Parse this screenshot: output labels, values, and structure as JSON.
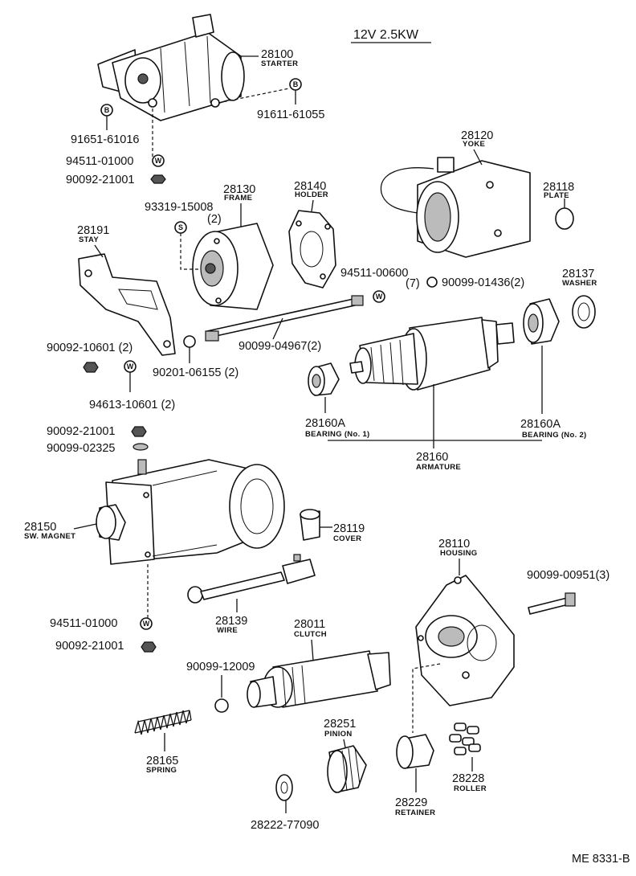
{
  "header": {
    "spec": "12V 2.5KW"
  },
  "footer": {
    "ref": "ME 8331-B"
  },
  "parts": {
    "p28100": {
      "number": "28100",
      "name": "STARTER"
    },
    "p91611": {
      "number": "91611-61055"
    },
    "p91651": {
      "number": "91651-61016"
    },
    "p94511a": {
      "number": "94511-01000"
    },
    "p90092a": {
      "number": "90092-21001"
    },
    "p28120": {
      "number": "28120",
      "name": "YOKE"
    },
    "p28118": {
      "number": "28118",
      "name": "PLATE"
    },
    "p28130": {
      "number": "28130",
      "name": "FRAME"
    },
    "p28140": {
      "number": "28140",
      "name": "HOLDER"
    },
    "p93319": {
      "number": "93319-15008",
      "qty": "(2)"
    },
    "p28191": {
      "number": "28191",
      "name": "STAY"
    },
    "p94511b": {
      "number": "94511-00600",
      "qty": "(7)"
    },
    "p90099a": {
      "number": "90099-01436(2)"
    },
    "p28137": {
      "number": "28137",
      "name": "WASHER"
    },
    "p90092b": {
      "number": "90092-10601 (2)"
    },
    "p90201": {
      "number": "90201-06155 (2)"
    },
    "p90099b": {
      "number": "90099-04967(2)"
    },
    "p94613": {
      "number": "94613-10601 (2)"
    },
    "p28160a1": {
      "number": "28160A",
      "name": "BEARING (No. 1)"
    },
    "p28160a2": {
      "number": "28160A",
      "name": "BEARING (No. 2)"
    },
    "p28160": {
      "number": "28160",
      "name": "ARMATURE"
    },
    "p90092c": {
      "number": "90092-21001"
    },
    "p90099c": {
      "number": "90099-02325"
    },
    "p28150": {
      "number": "28150",
      "name": "SW. MAGNET"
    },
    "p28119": {
      "number": "28119",
      "name": "COVER"
    },
    "p28110": {
      "number": "28110",
      "name": "HOUSING"
    },
    "p90099d": {
      "number": "90099-00951(3)"
    },
    "p28139": {
      "number": "28139",
      "name": "WIRE"
    },
    "p94511c": {
      "number": "94511-01000"
    },
    "p90092d": {
      "number": "90092-21001"
    },
    "p28011": {
      "number": "28011",
      "name": "CLUTCH"
    },
    "p90099e": {
      "number": "90099-12009"
    },
    "p28165": {
      "number": "28165",
      "name": "SPRING"
    },
    "p28251": {
      "number": "28251",
      "name": "PINION"
    },
    "p28222": {
      "number": "28222-77090"
    },
    "p28229": {
      "number": "28229",
      "name": "RETAINER"
    },
    "p28228": {
      "number": "28228",
      "name": "ROLLER"
    }
  },
  "symbols": {
    "bolt": "B",
    "washer": "W",
    "screw": "S"
  }
}
